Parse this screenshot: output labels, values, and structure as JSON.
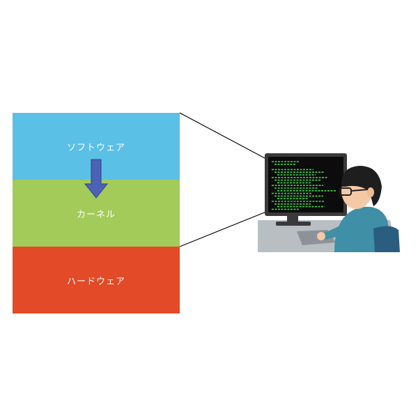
{
  "layers": [
    {
      "label": "ソフトウェア",
      "color": "#5bc0e6"
    },
    {
      "label": "カーネル",
      "color": "#a3cb5a"
    },
    {
      "label": "ハードウェア",
      "color": "#e34a27"
    }
  ],
  "arrow": {
    "color": "#4a63b6",
    "stroke": "#2f3f86",
    "direction": "down",
    "from": "ソフトウェア",
    "to": "カーネル"
  },
  "illustration": {
    "subject": "programmer-at-computer",
    "screen_text_color": "#3fd24a",
    "shirt_color": "#3f8fa6",
    "hair_color": "#1e1e1e",
    "monitor_color": "#3a3a3a",
    "desk_color": "#b9bec3"
  }
}
